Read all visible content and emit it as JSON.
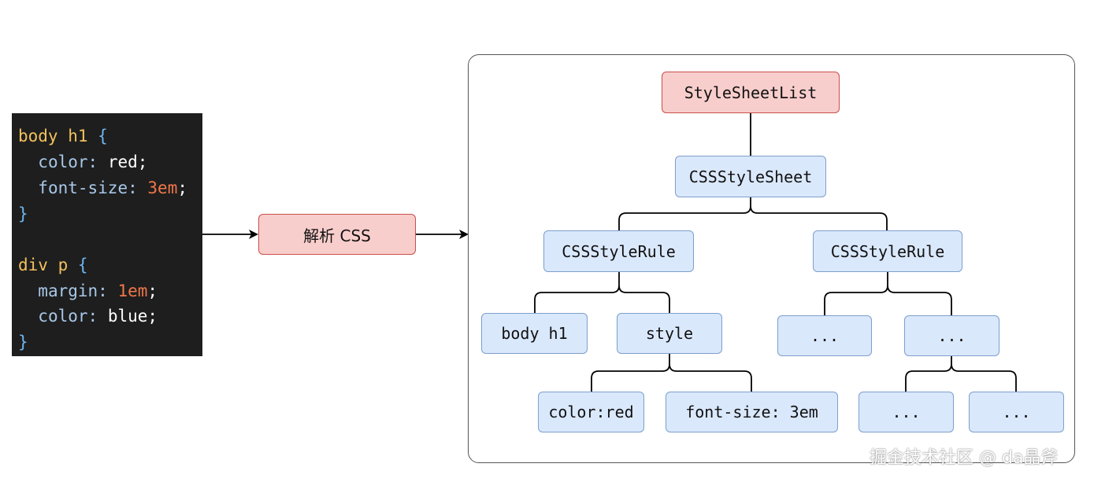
{
  "code": {
    "lines": [
      {
        "sel": "body h1",
        "brace": "{"
      },
      {
        "prop": "color",
        "val": "red"
      },
      {
        "prop": "font-size",
        "num": "3em"
      },
      {
        "brace": "}"
      },
      {
        "sel": "div p",
        "brace": "{"
      },
      {
        "prop": "margin",
        "num": "1em"
      },
      {
        "prop": "color",
        "val": "blue"
      },
      {
        "brace": "}"
      }
    ]
  },
  "parse_label": "解析 CSS",
  "tree": {
    "root": "StyleSheetList",
    "sheet": "CSSStyleSheet",
    "rule_left": "CSSStyleRule",
    "rule_right": "CSSStyleRule",
    "selector": "body h1",
    "style": "style",
    "decl_color": "color:red",
    "decl_font": "font-size: 3em",
    "ellipsis_a": "...",
    "ellipsis_b": "...",
    "ellipsis_c": "...",
    "ellipsis_d": "..."
  },
  "watermark": "掘金技术社区 @ da晶斧",
  "colors": {
    "red_fill": "#f8cecc",
    "red_stroke": "#c84f4a",
    "blue_fill": "#dae8fc",
    "blue_stroke": "#7d9fcb",
    "code_bg": "#1e1e1e"
  }
}
